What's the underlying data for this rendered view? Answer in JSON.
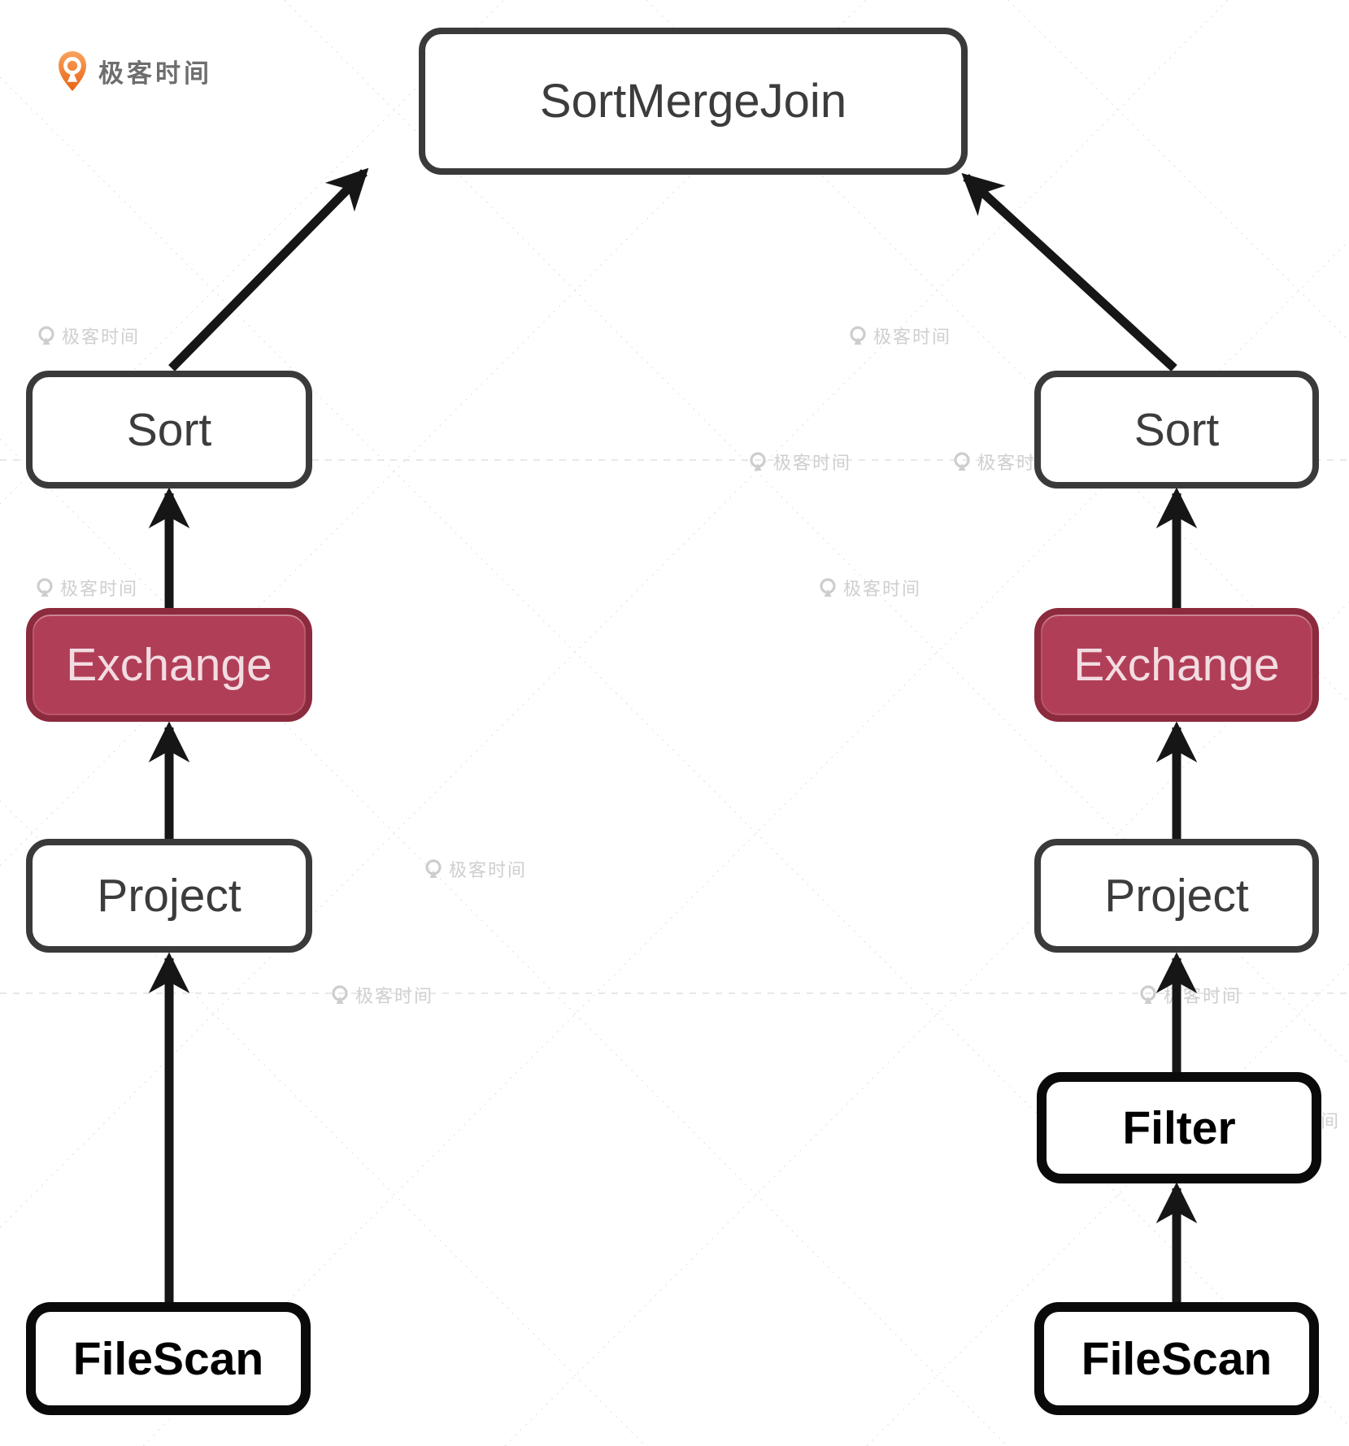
{
  "brand": {
    "logo_text": "极客时间"
  },
  "watermark": {
    "text": "极客时间"
  },
  "diagram": {
    "type": "flowchart",
    "orientation": "bottom-up",
    "nodes": [
      {
        "id": "sortmergejoin",
        "label": "SortMergeJoin",
        "highlighted": false
      },
      {
        "id": "sort-left",
        "label": "Sort",
        "highlighted": false
      },
      {
        "id": "exchange-left",
        "label": "Exchange",
        "highlighted": true
      },
      {
        "id": "project-left",
        "label": "Project",
        "highlighted": false
      },
      {
        "id": "filescan-left",
        "label": "FileScan",
        "highlighted": false
      },
      {
        "id": "sort-right",
        "label": "Sort",
        "highlighted": false
      },
      {
        "id": "exchange-right",
        "label": "Exchange",
        "highlighted": true
      },
      {
        "id": "project-right",
        "label": "Project",
        "highlighted": false
      },
      {
        "id": "filter-right",
        "label": "Filter",
        "highlighted": false
      },
      {
        "id": "filescan-right",
        "label": "FileScan",
        "highlighted": false
      }
    ],
    "edges": [
      {
        "from": "filescan-left",
        "to": "project-left"
      },
      {
        "from": "project-left",
        "to": "exchange-left"
      },
      {
        "from": "exchange-left",
        "to": "sort-left"
      },
      {
        "from": "sort-left",
        "to": "sortmergejoin"
      },
      {
        "from": "filescan-right",
        "to": "filter-right"
      },
      {
        "from": "filter-right",
        "to": "project-right"
      },
      {
        "from": "project-right",
        "to": "exchange-right"
      },
      {
        "from": "exchange-right",
        "to": "sort-right"
      },
      {
        "from": "sort-right",
        "to": "sortmergejoin"
      }
    ],
    "colors": {
      "node_border": "#3A3A3A",
      "node_border_heavy": "#0A0A0A",
      "node_fill": "#FFFFFF",
      "node_text": "#3C3C3C",
      "highlight_fill": "#B13E57",
      "highlight_border": "#8C2A3E",
      "highlight_text": "#F2DCE2",
      "arrow": "#161616",
      "brand_orange": "#ED6C1E",
      "watermark_gray": "#CFCFCF"
    }
  }
}
